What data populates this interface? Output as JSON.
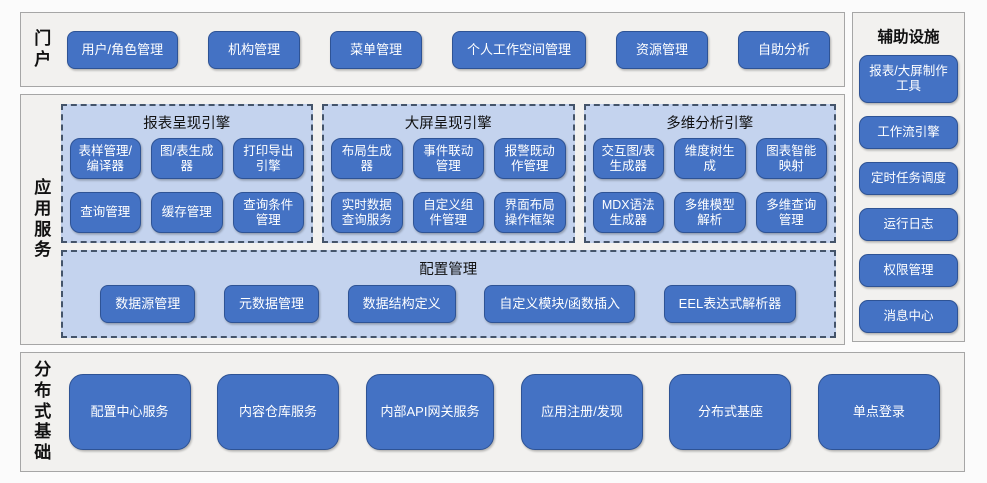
{
  "colors": {
    "button_fill": "#4472C4",
    "button_border": "#2E5395",
    "button_text": "#FFFFFF",
    "panel_fill": "#C4D3EE",
    "panel_dash_border": "#44546A",
    "section_fill": "#F2F1EF",
    "section_border": "#A6A6A6",
    "label_text": "#111111"
  },
  "portal": {
    "label": "门户",
    "items": [
      "用户/角色管理",
      "机构管理",
      "菜单管理",
      "个人工作空间管理",
      "资源管理",
      "自助分析"
    ]
  },
  "app_services": {
    "label": "应用服务",
    "engines": [
      {
        "title": "报表呈现引擎",
        "items": [
          "表样管理/编译器",
          "图/表生成器",
          "打印导出引擎",
          "查询管理",
          "缓存管理",
          "查询条件管理"
        ]
      },
      {
        "title": "大屏呈现引擎",
        "items": [
          "布局生成器",
          "事件联动管理",
          "报警既动作管理",
          "实时数据查询服务",
          "自定义组件管理",
          "界面布局操作框架"
        ]
      },
      {
        "title": "多维分析引擎",
        "items": [
          "交互图/表生成器",
          "维度树生成",
          "图表智能映射",
          "MDX语法生成器",
          "多维模型解析",
          "多维查询管理"
        ]
      }
    ],
    "config": {
      "title": "配置管理",
      "items": [
        "数据源管理",
        "元数据管理",
        "数据结构定义",
        "自定义模块/函数插入",
        "EEL表达式解析器"
      ]
    }
  },
  "auxiliary": {
    "title": "辅助设施",
    "items": [
      "报表/大屏制作工具",
      "工作流引擎",
      "定时任务调度",
      "运行日志",
      "权限管理",
      "消息中心"
    ]
  },
  "foundation": {
    "label": "分布式基础",
    "items": [
      "配置中心服务",
      "内容仓库服务",
      "内部API网关服务",
      "应用注册/发现",
      "分布式基座",
      "单点登录"
    ]
  }
}
